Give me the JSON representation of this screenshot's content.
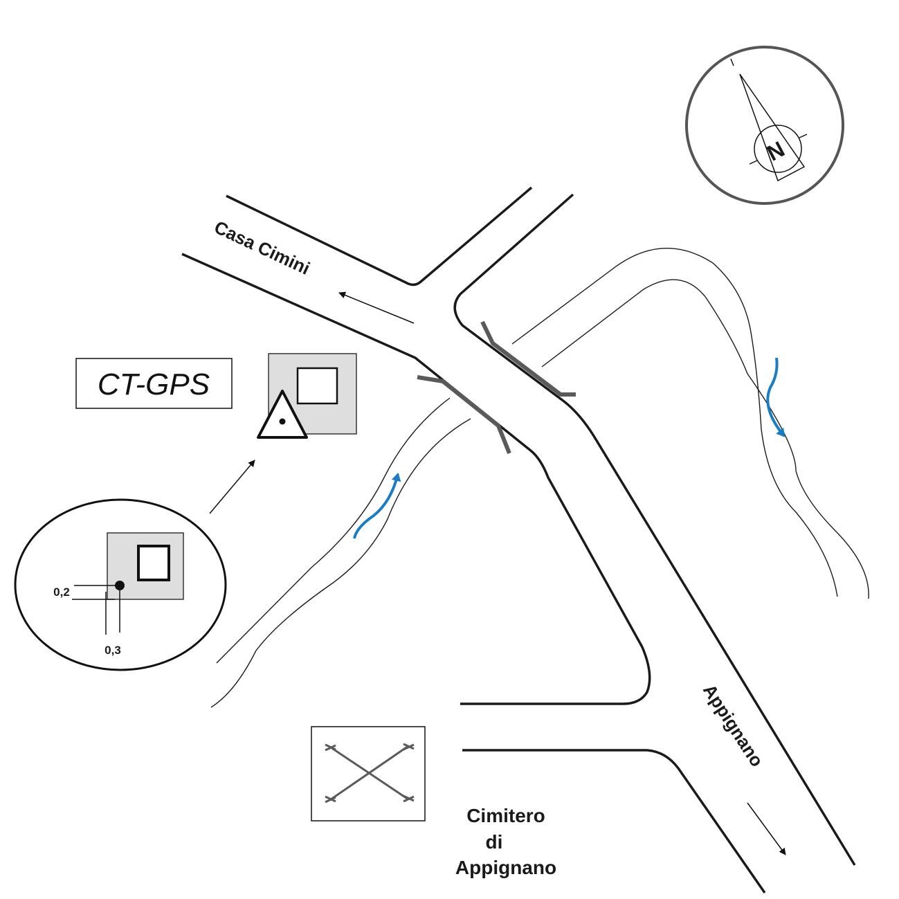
{
  "map": {
    "labels": {
      "casa_cimini": "Casa Cimini",
      "appignano": "Appignano",
      "cimitero_line1": "Cimitero",
      "cimitero_line2": "di",
      "cimitero_line3": "Appignano",
      "ct_gps": "CT-GPS",
      "offset_x": "0,2",
      "offset_y": "0,3"
    },
    "compass": {
      "letter": "N"
    },
    "colors": {
      "stream_arrow": "#1a7dc4",
      "building_fill": "#dedede",
      "bridge": "#5a5a5a",
      "compass_ring": "#555555"
    }
  }
}
